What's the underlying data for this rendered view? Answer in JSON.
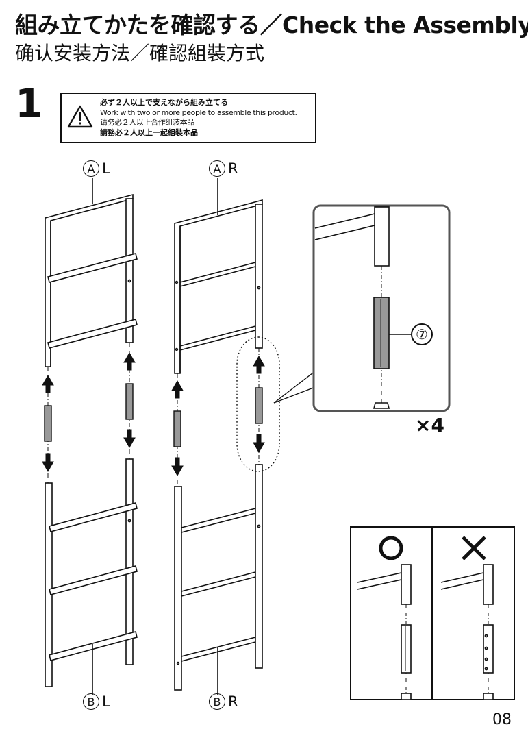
{
  "header": {
    "title_jp_en": "組み立てかたを確認する／Check the Assembly",
    "title_cn": "确认安装方法／確認組裝方式"
  },
  "step": {
    "number": "1",
    "warning": {
      "icon": "warning-triangle-icon",
      "lines": [
        "必ず２人以上で支えながら組み立てる",
        "Work with two or more people to assemble this product.",
        "请务必２人以上合作组装本品",
        "請務必２人以上一起組裝本品"
      ]
    }
  },
  "parts": {
    "a_left": {
      "letter": "A",
      "side": "L"
    },
    "a_right": {
      "letter": "A",
      "side": "R"
    },
    "b_left": {
      "letter": "B",
      "side": "L"
    },
    "b_right": {
      "letter": "B",
      "side": "R"
    }
  },
  "detail": {
    "part_number": "⑦",
    "quantity": "×4"
  },
  "comparison": {
    "correct_symbol": "○",
    "wrong_symbol": "✕"
  },
  "footer": {
    "page_number": "08"
  }
}
